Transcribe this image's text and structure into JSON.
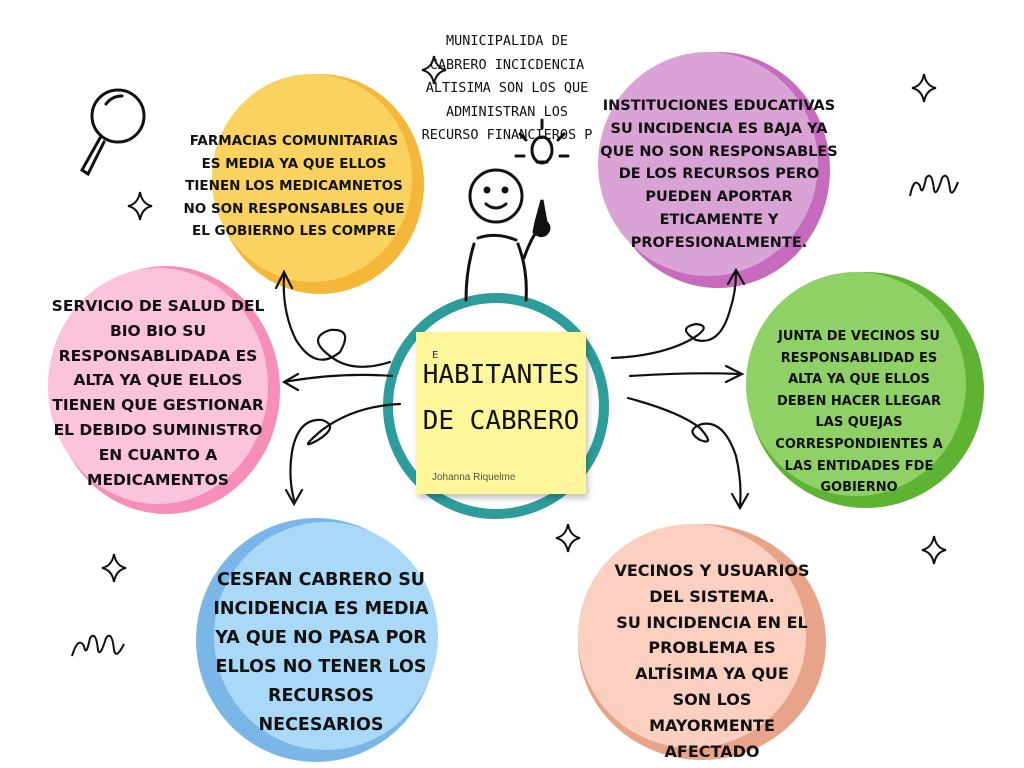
{
  "colors": {
    "yellow": "#f9c54a",
    "purple": "#c97bc4",
    "pink": "#f7a7c9",
    "green": "#6cc04a",
    "blue": "#8cc8ef",
    "peach": "#f1b49c",
    "ring": "#2d9d9c",
    "note": "#fef69a"
  },
  "center": {
    "marker": "E",
    "title": "HABITANTES DE CABRERO",
    "author": "Johanna Riquelme"
  },
  "top_note": {
    "lines": [
      "MUNICIPALIDA DE",
      "CABRERO INCICDENCIA",
      "ALTISIMA SON LOS QUE",
      "ADMINISTRAN LOS",
      "RECURSO FINANCIEROS P"
    ]
  },
  "nodes": {
    "farmacias": {
      "lines": [
        "FARMACIAS COMUNITARIAS",
        "ES MEDIA YA QUE ELLOS",
        "TIENEN LOS MEDICAMNETOS",
        "NO SON RESPONSABLES QUE",
        "EL GOBIERNO LES COMPRE"
      ]
    },
    "instituciones": {
      "lines": [
        "INSTITUCIONES EDUCATIVAS",
        "SU INCIDENCIA ES BAJA YA",
        "QUE NO SON RESPONSABLES",
        "DE LOS RECURSOS  PERO",
        "PUEDEN APORTAR",
        "ETICAMENTE Y",
        "PROFESIONALMENTE."
      ]
    },
    "servicio": {
      "lines": [
        "SERVICIO DE SALUD DEL",
        "BIO BIO SU",
        "RESPONSABLIDADA ES",
        "ALTA YA QUE ELLOS",
        "TIENEN QUE GESTIONAR",
        "EL DEBIDO SUMINISTRO",
        "EN CUANTO A",
        "MEDICAMENTOS"
      ]
    },
    "junta": {
      "lines": [
        "JUNTA DE VECINOS SU",
        "RESPONSABLIDAD ES",
        "ALTA YA QUE ELLOS",
        "DEBEN HACER LLEGAR",
        "LAS QUEJAS",
        "CORRESPONDIENTES A",
        "LAS ENTIDADES FDE",
        "GOBIERNO"
      ]
    },
    "cesfam": {
      "lines": [
        "CESFAN CABRERO SU",
        "INCIDENCIA ES MEDIA",
        "YA QUE NO PASA POR",
        "ELLOS NO TENER LOS",
        "RECURSOS",
        "NECESARIOS"
      ]
    },
    "vecinos": {
      "lines": [
        "VECINOS Y USUARIOS",
        "DEL SISTEMA.",
        "SU INCIDENCIA EN EL",
        "PROBLEMA ES",
        "ALTÍSIMA YA QUE",
        "SON LOS",
        "MAYORMENTE",
        "AFECTADO"
      ]
    }
  }
}
